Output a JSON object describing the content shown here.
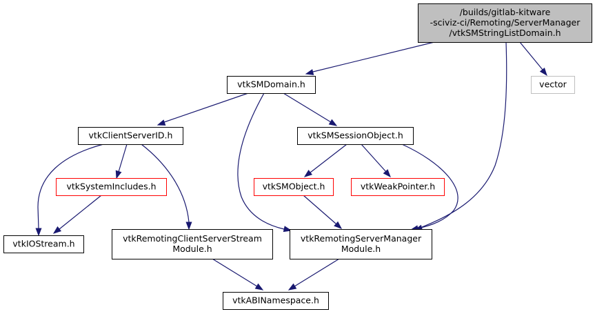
{
  "colors": {
    "root_fill": "#bfbfbf",
    "node_fill": "#ffffff",
    "normal_border": "#000000",
    "red_border": "#ff0000",
    "gray_border": "#bfbfbf",
    "edge": "#191970"
  },
  "nodes": [
    {
      "id": "root",
      "lines": [
        "/builds/gitlab-kitware",
        "-sciviz-ci/Remoting/ServerManager",
        "/vtkSMStringListDomain.h"
      ],
      "style": "root"
    },
    {
      "id": "vtkSMDomain",
      "lines": [
        "vtkSMDomain.h"
      ],
      "style": "normal"
    },
    {
      "id": "vector",
      "lines": [
        "vector"
      ],
      "style": "gray"
    },
    {
      "id": "vtkClientServerID",
      "lines": [
        "vtkClientServerID.h"
      ],
      "style": "normal"
    },
    {
      "id": "vtkSMSessionObject",
      "lines": [
        "vtkSMSessionObject.h"
      ],
      "style": "normal"
    },
    {
      "id": "vtkSystemIncludes",
      "lines": [
        "vtkSystemIncludes.h"
      ],
      "style": "red"
    },
    {
      "id": "vtkSMObject",
      "lines": [
        "vtkSMObject.h"
      ],
      "style": "red"
    },
    {
      "id": "vtkWeakPointer",
      "lines": [
        "vtkWeakPointer.h"
      ],
      "style": "red"
    },
    {
      "id": "vtkIOStream",
      "lines": [
        "vtkIOStream.h"
      ],
      "style": "normal"
    },
    {
      "id": "vtkRemotingClientServerStream",
      "lines": [
        "vtkRemotingClientServerStream",
        "Module.h"
      ],
      "style": "normal"
    },
    {
      "id": "vtkRemotingServerManager",
      "lines": [
        "vtkRemotingServerManager",
        "Module.h"
      ],
      "style": "normal"
    },
    {
      "id": "vtkABINamespace",
      "lines": [
        "vtkABINamespace.h"
      ],
      "style": "normal"
    }
  ],
  "edges": [
    {
      "from": "root",
      "to": "vtkSMDomain"
    },
    {
      "from": "root",
      "to": "vtkRemotingServerManager"
    },
    {
      "from": "root",
      "to": "vector"
    },
    {
      "from": "vtkSMDomain",
      "to": "vtkClientServerID"
    },
    {
      "from": "vtkSMDomain",
      "to": "vtkSMSessionObject"
    },
    {
      "from": "vtkSMDomain",
      "to": "vtkRemotingServerManager"
    },
    {
      "from": "vtkClientServerID",
      "to": "vtkSystemIncludes"
    },
    {
      "from": "vtkClientServerID",
      "to": "vtkIOStream"
    },
    {
      "from": "vtkClientServerID",
      "to": "vtkRemotingClientServerStream"
    },
    {
      "from": "vtkSMSessionObject",
      "to": "vtkSMObject"
    },
    {
      "from": "vtkSMSessionObject",
      "to": "vtkWeakPointer"
    },
    {
      "from": "vtkSMSessionObject",
      "to": "vtkRemotingServerManager"
    },
    {
      "from": "vtkSystemIncludes",
      "to": "vtkIOStream"
    },
    {
      "from": "vtkSMObject",
      "to": "vtkRemotingServerManager"
    },
    {
      "from": "vtkRemotingClientServerStream",
      "to": "vtkABINamespace"
    },
    {
      "from": "vtkRemotingServerManager",
      "to": "vtkABINamespace"
    }
  ]
}
